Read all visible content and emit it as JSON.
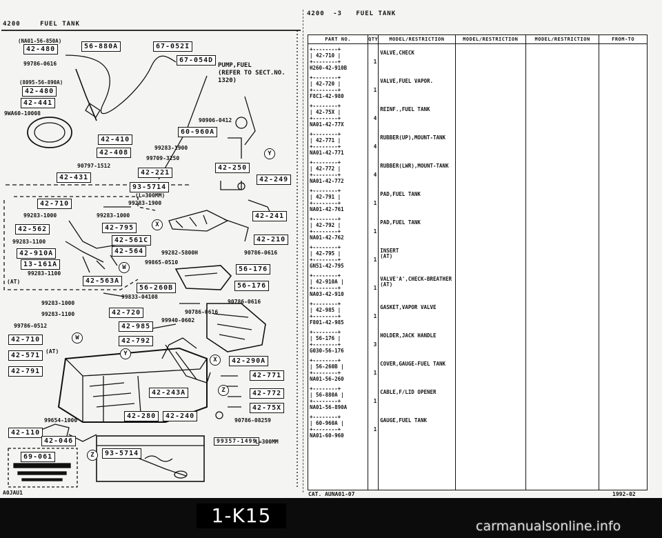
{
  "left_header": {
    "code": "4200",
    "title": "FUEL TANK"
  },
  "right_header": {
    "code": "4200",
    "section": "-3",
    "title": "FUEL TANK"
  },
  "diagram": {
    "boxes": [
      {
        "id": "b1",
        "text": "56-880A"
      },
      {
        "id": "b2",
        "text": "67-052I"
      },
      {
        "id": "b3",
        "text": "42-480"
      },
      {
        "id": "b4",
        "text": "67-054D"
      },
      {
        "id": "b5",
        "text": "42-480"
      },
      {
        "id": "b6",
        "text": "42-441"
      },
      {
        "id": "b7",
        "text": "42-410"
      },
      {
        "id": "b8",
        "text": "60-960A"
      },
      {
        "id": "b9",
        "text": "42-408"
      },
      {
        "id": "b10",
        "text": "42-431"
      },
      {
        "id": "b11",
        "text": "42-221"
      },
      {
        "id": "b12",
        "text": "42-250"
      },
      {
        "id": "b13",
        "text": "42-249"
      },
      {
        "id": "b14",
        "text": "93-5714"
      },
      {
        "id": "b15",
        "text": "42-710"
      },
      {
        "id": "b16",
        "text": "42-795"
      },
      {
        "id": "b17",
        "text": "42-562"
      },
      {
        "id": "b18",
        "text": "42-561C"
      },
      {
        "id": "b19",
        "text": "42-910A"
      },
      {
        "id": "b20",
        "text": "42-564"
      },
      {
        "id": "b21",
        "text": "13-161A"
      },
      {
        "id": "b22",
        "text": "42-563A"
      },
      {
        "id": "b23",
        "text": "42-241"
      },
      {
        "id": "b24",
        "text": "42-210"
      },
      {
        "id": "b25",
        "text": "56-176"
      },
      {
        "id": "b26",
        "text": "56-260B"
      },
      {
        "id": "b27",
        "text": "56-176"
      },
      {
        "id": "b28",
        "text": "42-720"
      },
      {
        "id": "b29",
        "text": "42-985"
      },
      {
        "id": "b30",
        "text": "42-792"
      },
      {
        "id": "b31",
        "text": "42-710"
      },
      {
        "id": "b32",
        "text": "42-571"
      },
      {
        "id": "b33",
        "text": "42-791"
      },
      {
        "id": "b34",
        "text": "42-290A"
      },
      {
        "id": "b35",
        "text": "42-771"
      },
      {
        "id": "b36",
        "text": "42-772"
      },
      {
        "id": "b37",
        "text": "42-75X"
      },
      {
        "id": "b38",
        "text": "42-243A"
      },
      {
        "id": "b39",
        "text": "42-280"
      },
      {
        "id": "b40",
        "text": "42-240"
      },
      {
        "id": "b41",
        "text": "42-110"
      },
      {
        "id": "b42",
        "text": "42-046"
      },
      {
        "id": "b43",
        "text": "69-061"
      },
      {
        "id": "b44",
        "text": "93-5714"
      },
      {
        "id": "b45",
        "text": "99357-1499"
      }
    ],
    "labels": [
      {
        "id": "l1",
        "text": "(NA01-56-850A)"
      },
      {
        "id": "l2",
        "text": "99786-0616"
      },
      {
        "id": "l3",
        "text": "(8095-56-890A)"
      },
      {
        "id": "l4",
        "text": "9WA60-10008"
      },
      {
        "id": "l5",
        "text": "90906-0412"
      },
      {
        "id": "l6",
        "text": "99283-1900"
      },
      {
        "id": "l7",
        "text": "99709-3250"
      },
      {
        "id": "l8",
        "text": "90797-1512"
      },
      {
        "id": "l9",
        "text": "(L=300MM)"
      },
      {
        "id": "l10",
        "text": "99283-1900"
      },
      {
        "id": "l11",
        "text": "99283-1000"
      },
      {
        "id": "l12",
        "text": "99283-1000"
      },
      {
        "id": "l13",
        "text": "99283-1100"
      },
      {
        "id": "l14",
        "text": "99283-1100"
      },
      {
        "id": "l15",
        "text": "(AT)"
      },
      {
        "id": "l16",
        "text": "99282-5800H"
      },
      {
        "id": "l17",
        "text": "90786-0616"
      },
      {
        "id": "l18",
        "text": "99865-0510"
      },
      {
        "id": "l19",
        "text": "99833-04108"
      },
      {
        "id": "l20",
        "text": "90786-0616"
      },
      {
        "id": "l21",
        "text": "99283-1000"
      },
      {
        "id": "l22",
        "text": "99283-1100"
      },
      {
        "id": "l23",
        "text": "90786-0616"
      },
      {
        "id": "l24",
        "text": "99940-0602"
      },
      {
        "id": "l25",
        "text": "99786-0512"
      },
      {
        "id": "l26",
        "text": "(AT)"
      },
      {
        "id": "l27",
        "text": "99654-1000"
      },
      {
        "id": "l28",
        "text": "90786-08259"
      },
      {
        "id": "l29",
        "text": "L=300MM"
      }
    ],
    "pump_note": "PUMP,FUEL\n(REFER TO SECT.NO.\n1320)",
    "circle_letters": [
      "Y",
      "X",
      "W",
      "W",
      "Y",
      "X",
      "Z",
      "Z"
    ]
  },
  "table": {
    "headers": [
      "PART NO.",
      "QTY",
      "MODEL/RESTRICTION",
      "MODEL/RESTRICTION",
      "MODEL/RESTRICTION",
      "FROM-TO"
    ],
    "rows": [
      {
        "ref": "42-710",
        "pn": "H260-42-910B",
        "qty": "1",
        "desc": "VALVE,CHECK"
      },
      {
        "ref": "42-720",
        "pn": "F8C1-42-980",
        "qty": "1",
        "desc": "VALVE,FUEL VAPOR."
      },
      {
        "ref": "42-75X",
        "pn": "NA01-42-77X",
        "qty": "4",
        "desc": "REINF.,FUEL TANK"
      },
      {
        "ref": "42-771",
        "pn": "NA01-42-771",
        "qty": "4",
        "desc": "RUBBER(UP),MOUNT-TANK"
      },
      {
        "ref": "42-772",
        "pn": "NA01-42-772",
        "qty": "4",
        "desc": "RUBBER(LWR),MOUNT-TANK"
      },
      {
        "ref": "42-791",
        "pn": "NA01-42-761",
        "qty": "1",
        "desc": "PAD,FUEL TANK"
      },
      {
        "ref": "42-792",
        "pn": "NA01-42-762",
        "qty": "1",
        "desc": "PAD,FUEL TANK"
      },
      {
        "ref": "42-795",
        "pn": "GN51-42-795",
        "qty": "1",
        "desc": "INSERT\n(AT)"
      },
      {
        "ref": "42-910A",
        "pn": "NA03-42-910",
        "qty": "1",
        "desc": "VALVE'A',CHECK-BREATHER\n(AT)"
      },
      {
        "ref": "42-985",
        "pn": "F801-42-985",
        "qty": "1",
        "desc": "GASKET,VAPOR VALVE"
      },
      {
        "ref": "56-176",
        "pn": "G030-56-176",
        "qty": "3",
        "desc": "HOLDER,JACK HANDLE"
      },
      {
        "ref": "56-260B",
        "pn": "NA01-56-260",
        "qty": "1",
        "desc": "COVER,GAUGE-FUEL TANK"
      },
      {
        "ref": "56-880A",
        "pn": "NA01-56-890A",
        "qty": "1",
        "desc": "CABLE,F/LID OPENER"
      },
      {
        "ref": "60-960A",
        "pn": "NA01-60-960",
        "qty": "1",
        "desc": "GAUGE,FUEL TANK"
      }
    ]
  },
  "footer": {
    "left_code": "A0JAU1",
    "catalog": "CAT. AUNA01-07",
    "date": "1992-02",
    "page_id": "1-K15",
    "watermark": "carmanualsonline.info"
  }
}
